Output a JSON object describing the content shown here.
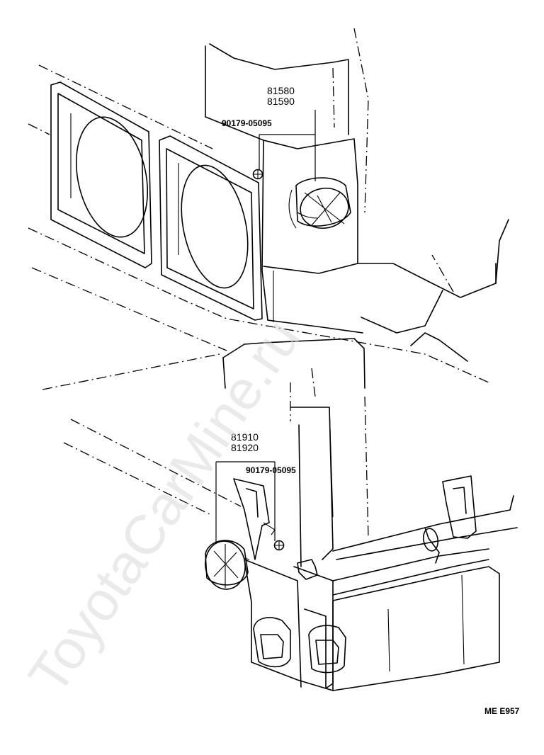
{
  "labels": {
    "upper_part_a": "81580",
    "upper_part_b": "81590",
    "upper_bolt": "90179-05095",
    "lower_part_a": "81910",
    "lower_part_b": "81920",
    "lower_bolt": "90179-05095"
  },
  "figure_code": "ME E957",
  "watermark": "ToyotaCarMine.ru"
}
